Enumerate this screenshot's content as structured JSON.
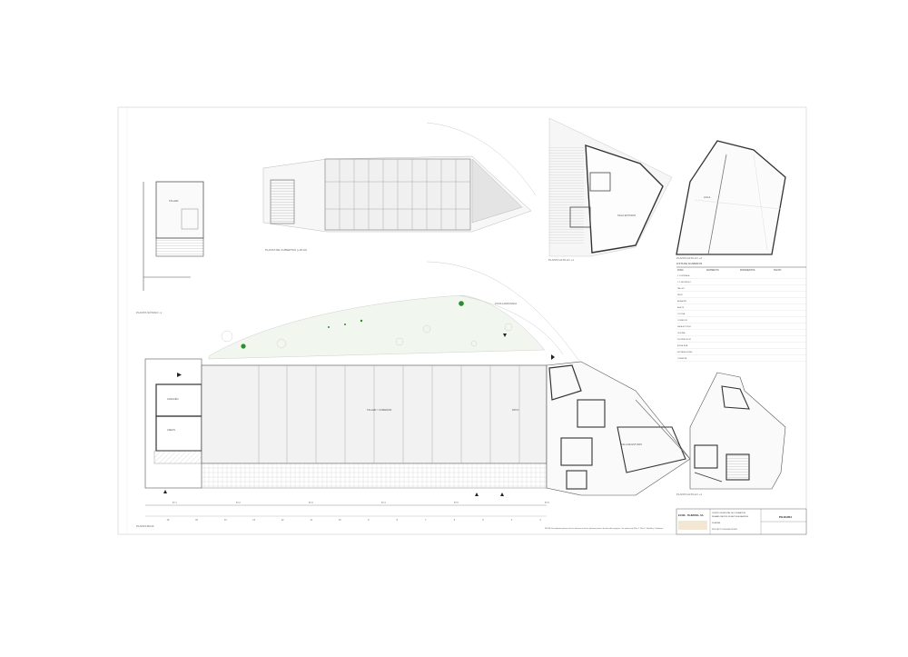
{
  "sheet": {
    "studio_name": "ECOB · TEJERINA, SA",
    "sheet_code": "PG16.R01",
    "project_lines": [
      "CENTRO MUNICIPAL DE FORMACIÓN",
      "REHABILITACIÓN DE ANTIGUA FÁBRICA"
    ],
    "drawing_title": "PLANTAS",
    "drawing_subtitle": "PROYECTO DE EJECUCIÓN",
    "note": "NOTA: Se adjuntan planos de los interiores de las plantas para la lectura del proyecto. Ver planos de Plta 1, Plta 2, Detalle y Cubiertas."
  },
  "drawing_titles": {
    "top_left": "PLANTA SÓTANO -1",
    "top_center": "PLANTA DE CUBIERTAS (+18.10)",
    "top_right_a": "PLANTA ALTILLO +1",
    "top_right_b": "PLANTA ALTILLO +2",
    "bottom_left": "PLANTA BAJA",
    "bottom_right": "PLANTA ALTILLO +1"
  },
  "room_labels": {
    "big_hall": "TALLER / COMEDOR",
    "garden": "ZONA AJARDINADA",
    "patio": "PATIO",
    "room_a": "ALMACÉN",
    "room_b": "ASEOS",
    "room_c": "SALA DE ESTUDIO"
  },
  "legend": {
    "title": "LISTA DE ACABADOS",
    "headers": [
      "ZONA",
      "PAVIMENTO",
      "PARAMENTOS",
      "TECHO"
    ],
    "rows": [
      [
        "1.1 ENTRADA",
        "",
        "",
        ""
      ],
      [
        "1.2 VESTÍBULO",
        "",
        "",
        ""
      ],
      [
        "TALLER",
        "",
        "",
        ""
      ],
      [
        "PATIO",
        "",
        "",
        ""
      ],
      [
        "ALMACÉN",
        "",
        "",
        ""
      ],
      [
        "ASEOS",
        "",
        "",
        ""
      ],
      [
        "COCINA",
        "",
        "",
        ""
      ],
      [
        "COMEDOR",
        "",
        "",
        ""
      ],
      [
        "SALA ESTUDIO",
        "",
        "",
        ""
      ],
      [
        "OFICINA",
        "",
        "",
        ""
      ],
      [
        "DISTRIBUIDOR",
        "",
        "",
        ""
      ],
      [
        "ESCALERA",
        "",
        "",
        ""
      ],
      [
        "INSTALACIONES",
        "",
        "",
        ""
      ],
      [
        "CUBIERTA",
        "",
        "",
        ""
      ]
    ]
  },
  "axis_labels": [
    "16",
    "15",
    "14",
    "13",
    "12",
    "11",
    "10",
    "9",
    "8",
    "7",
    "6",
    "5",
    "4",
    "3"
  ],
  "dimension_labels": [
    "57.1",
    "57.2",
    "57.3",
    "57.4",
    "57.5",
    "57.6"
  ],
  "colors": {
    "ink": "#3a3a3a",
    "hatch": "#bdbdbd",
    "fill": "#eeeeee",
    "garden": "#e9f2e4",
    "tree": "#2e8b2e"
  }
}
